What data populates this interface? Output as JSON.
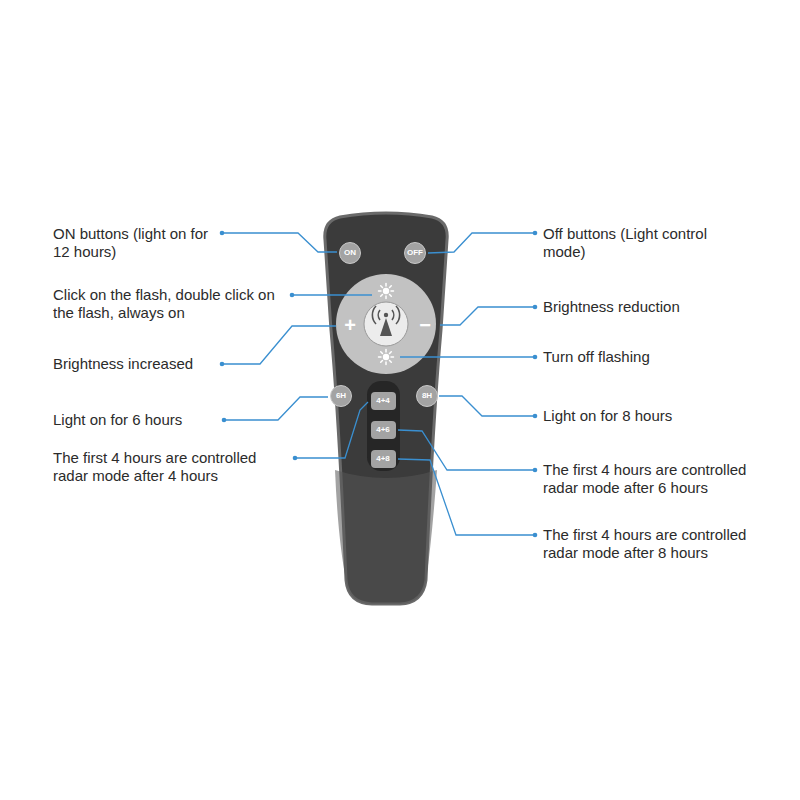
{
  "diagram": {
    "nodes": [
      {
        "text": [
          "ON"
        ]
      },
      {
        "text": [
          "OFF"
        ]
      },
      {
        "text": [
          "+"
        ]
      },
      {
        "text": [
          "−"
        ]
      },
      {
        "text": [
          "6H"
        ]
      },
      {
        "text": [
          "4+4"
        ]
      },
      {
        "text": [
          "8H"
        ]
      },
      {
        "text": [
          "4+6"
        ]
      },
      {
        "text": [
          "4+8"
        ]
      }
    ],
    "labels": [
      "ON buttons (light on for 12 hours)",
      "Click on the flash, double click on the flash, always on",
      "Brightness increased",
      "Light on for 6 hours",
      "The first 4 hours are controlled radar mode after 4 hours",
      "Off buttons (Light control mode)",
      "Brightness reduction",
      "Turn off flashing",
      "Light on for 8 hours",
      "The first 4 hours are controlled radar mode after 6 hours",
      "The first 4 hours are controlled radar mode after 8 hours"
    ]
  }
}
